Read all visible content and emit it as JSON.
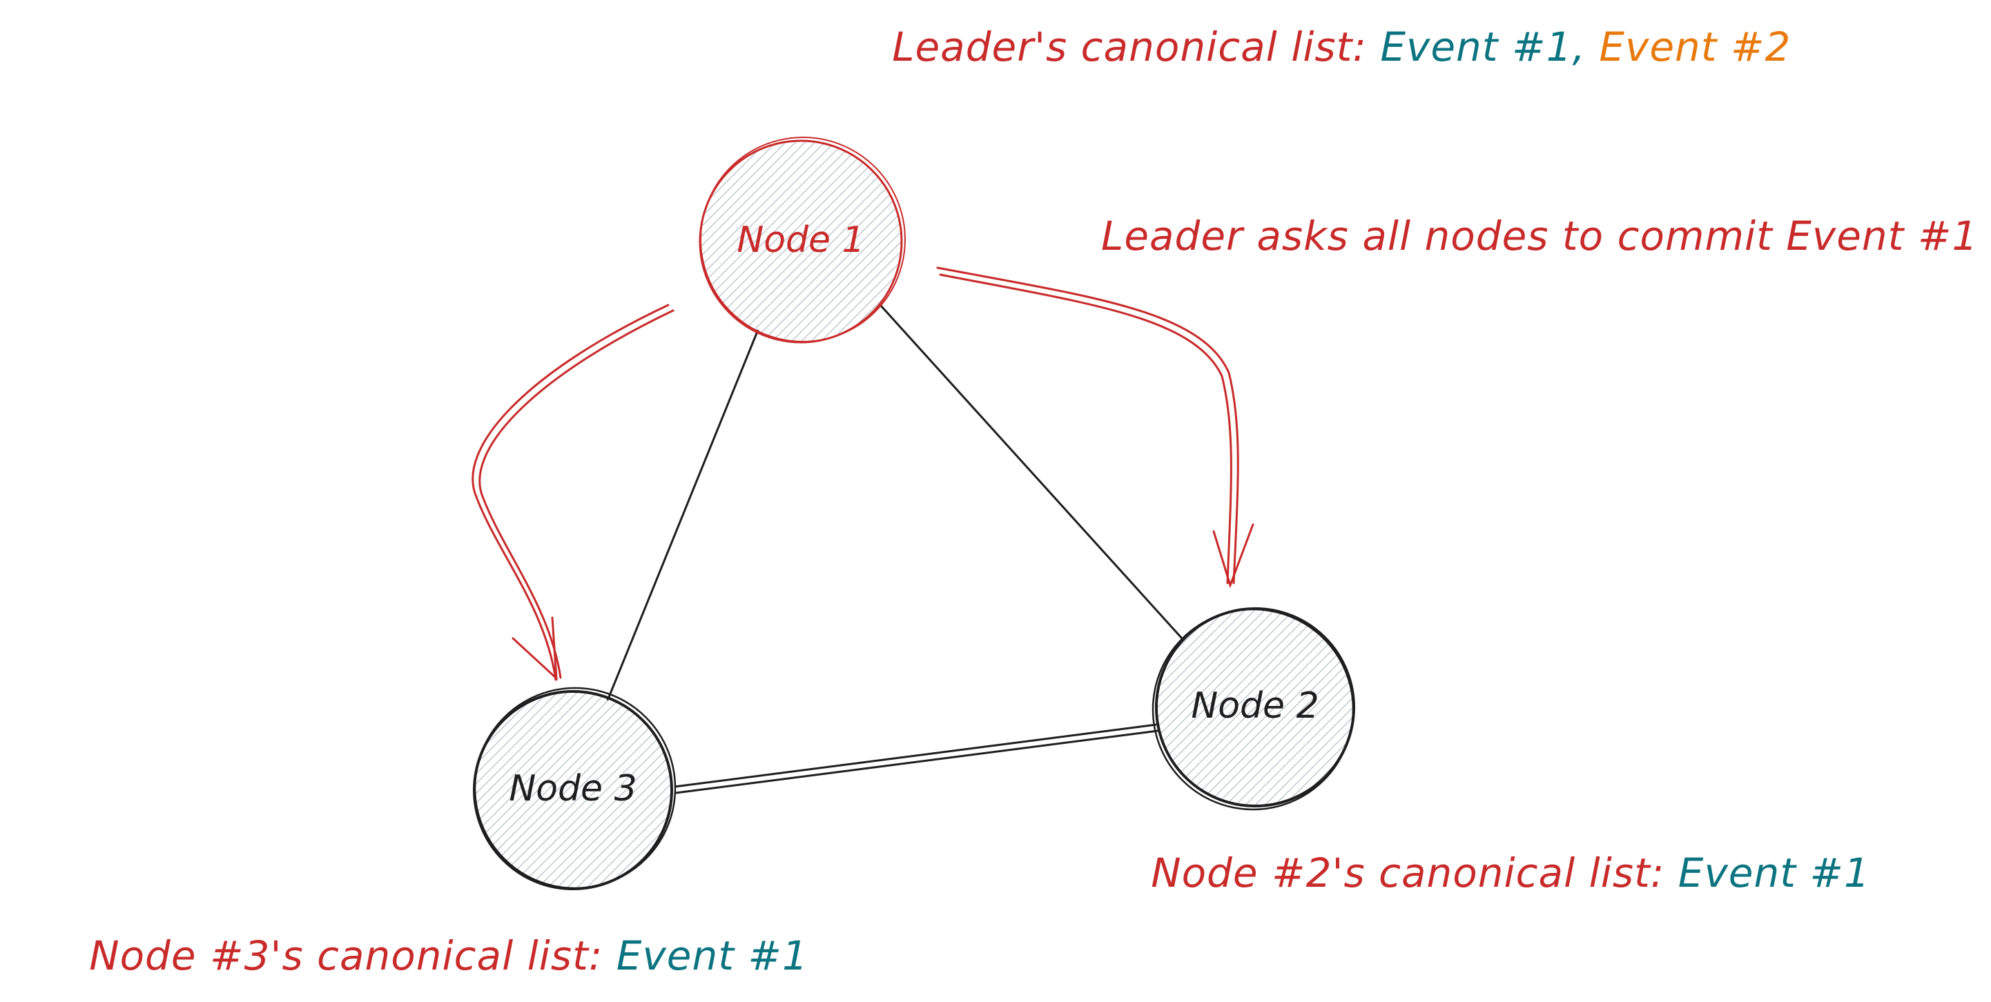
{
  "colors": {
    "red": "#c92a2a",
    "teal": "#0c7480",
    "orange": "#e8790c",
    "ink": "#1e1e1e",
    "hatch": "#adb5bd"
  },
  "nodes": {
    "node1": {
      "label": "Node 1",
      "color": "#c92a2a"
    },
    "node2": {
      "label": "Node 2",
      "color": "#1e1e1e"
    },
    "node3": {
      "label": "Node 3",
      "color": "#1e1e1e"
    }
  },
  "captions": {
    "leader_list": {
      "prefix": "Leader's canonical list: ",
      "event1": "Event #1",
      "separator": ", ",
      "event2": "Event #2"
    },
    "leader_action": "Leader asks all nodes to commit Event #1",
    "node2_list": {
      "prefix": "Node #2's canonical list: ",
      "event1": "Event #1"
    },
    "node3_list": {
      "prefix": "Node #3's canonical list: ",
      "event1": "Event #1"
    }
  }
}
